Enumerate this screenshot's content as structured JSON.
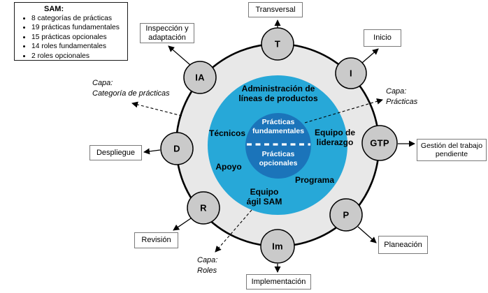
{
  "legend": {
    "title": "SAM:",
    "items": [
      "8 categorías de prácticas",
      "19 prácticas fundamentales",
      "15 prácticas opcionales",
      "14 roles fundamentales",
      "2 roles opcionales"
    ]
  },
  "ring": {
    "nodes": [
      {
        "abbr": "T",
        "label": "Transversal"
      },
      {
        "abbr": "I",
        "label": "Inicio"
      },
      {
        "abbr": "GTP",
        "label": "Gestión del trabajo pendiente"
      },
      {
        "abbr": "P",
        "label": "Planeación"
      },
      {
        "abbr": "Im",
        "label": "Implementación"
      },
      {
        "abbr": "R",
        "label": "Revisión"
      },
      {
        "abbr": "D",
        "label": "Despliegue"
      },
      {
        "abbr": "IA",
        "label": "Inspección y adaptación"
      }
    ]
  },
  "center": {
    "product_admin": "Administración de líneas de productos",
    "tecnicos": "Técnicos",
    "equipo_liderazgo": "Equipo de liderazgo",
    "apoyo": "Apoyo",
    "programa": "Programa",
    "equipo_agil": "Equipo ágil SAM",
    "practicas_fundamentales": "Prácticas fundamentales",
    "practicas_opcionales": "Prácticas opcionales"
  },
  "layers": {
    "categoria": "Capa:\nCategoría de prácticas",
    "practicas": "Capa:\nPrácticas",
    "roles": "Capa:\nRoles"
  },
  "colors": {
    "cyan_circle": "#27A8D8",
    "blue_circle": "#1B74BA",
    "ring_gray": "#E8E8E8",
    "node_gray": "#CACACA"
  }
}
